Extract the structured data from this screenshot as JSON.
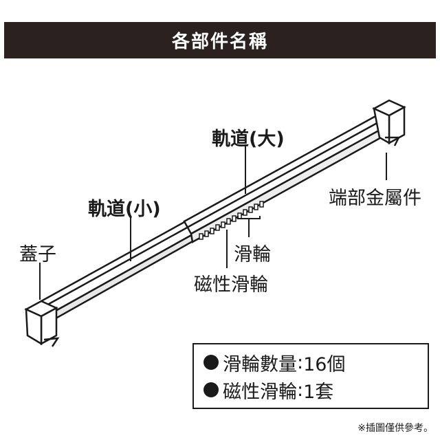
{
  "title": "各部件名稱",
  "labels": {
    "rail_large": "軌道(大)",
    "rail_small": "軌道(小)",
    "end_fitting": "端部金屬件",
    "cap": "蓋子",
    "pulley": "滑輪",
    "magnetic_pulley": "磁性滑輪"
  },
  "specs": [
    {
      "label": "滑輪數量",
      "value": "16個"
    },
    {
      "label": "磁性滑輪",
      "value": "1套"
    }
  ],
  "footnote": "※插圖僅供參考。"
}
